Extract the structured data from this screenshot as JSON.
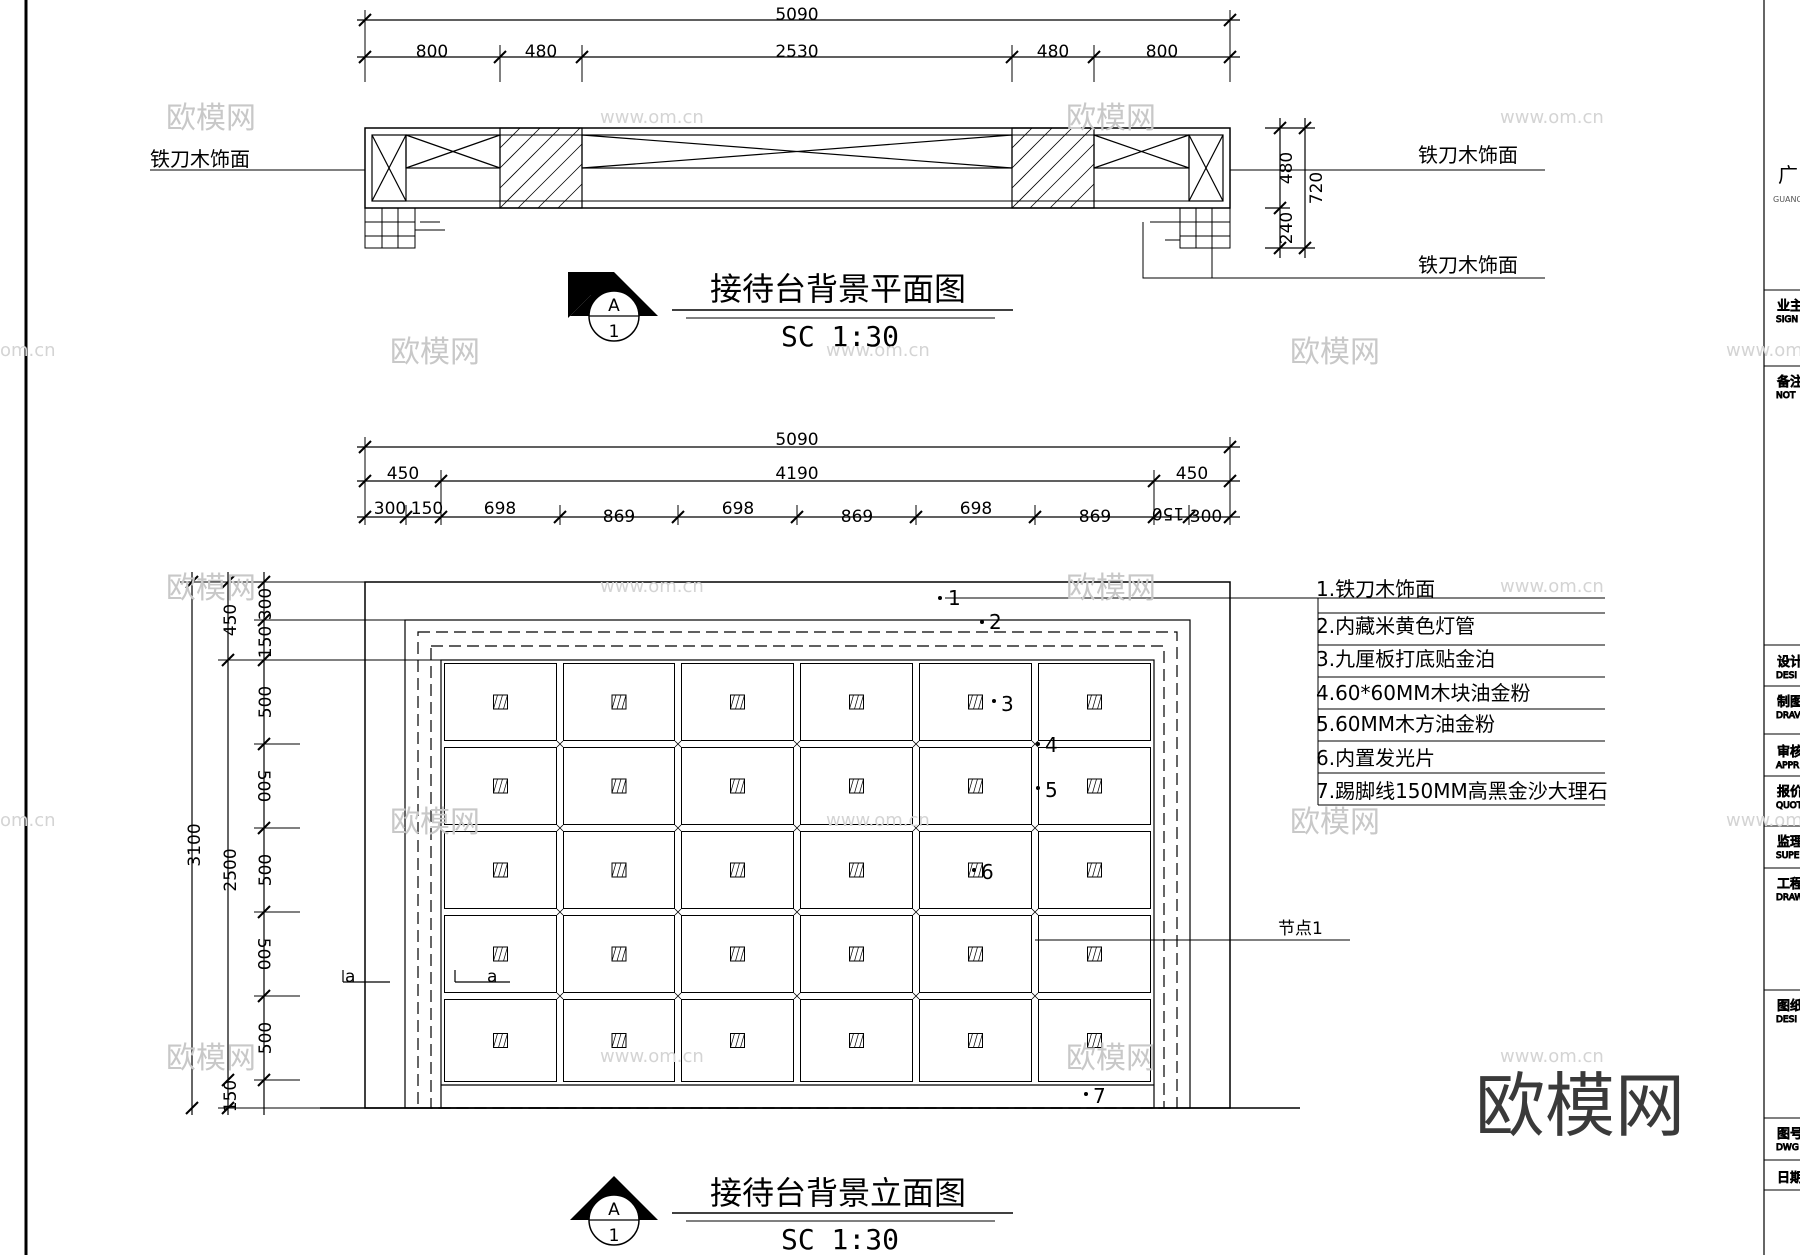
{
  "plan": {
    "dims_total": "5090",
    "dims_segments": [
      "800",
      "480",
      "2530",
      "480",
      "800"
    ],
    "right_dims": [
      "480",
      "720",
      "240"
    ],
    "labels": {
      "left": "铁刀木饰面",
      "right_top": "铁刀木饰面",
      "right_bottom": "铁刀木饰面"
    },
    "title": "接待台背景平面图",
    "scale": "SC  1:30",
    "marker": {
      "letter": "A",
      "num": "1"
    }
  },
  "elevation": {
    "dims_total": "5090",
    "dims_row2": [
      "450",
      "4190",
      "450"
    ],
    "dims_row3": [
      "300",
      "150",
      "698",
      "869",
      "698",
      "869",
      "698",
      "869",
      "150",
      "300"
    ],
    "left_dims_outer": "3100",
    "left_dims_mid": [
      "450",
      "2500",
      "150"
    ],
    "left_dims_inner": [
      "300",
      "150",
      "500",
      "500",
      "500",
      "500",
      "500"
    ],
    "callouts": [
      "1",
      "2",
      "3",
      "4",
      "5",
      "6",
      "7"
    ],
    "section_marks": [
      "a",
      "a"
    ],
    "node_label": "节点1",
    "title": "接待台背景立面图",
    "scale": "SC  1:30",
    "marker": {
      "letter": "A",
      "num": "1"
    }
  },
  "legend": [
    "1.铁刀木饰面",
    "2.内藏米黄色灯管",
    "3.九厘板打底贴金泊",
    "4.60*60MM木块油金粉",
    "5.60MM木方油金粉",
    "6.内置发光片",
    "7.踢脚线150MM高黑金沙大理石"
  ],
  "title_block": {
    "rows": [
      {
        "cn": "业主",
        "en": "SIGN"
      },
      {
        "cn": "备注",
        "en": "NOT"
      },
      {
        "cn": "设计",
        "en": "DESI"
      },
      {
        "cn": "制图",
        "en": "DRAV"
      },
      {
        "cn": "审核",
        "en": "APPR"
      },
      {
        "cn": "报价",
        "en": "QUOT"
      },
      {
        "cn": "监理",
        "en": "SUPE"
      },
      {
        "cn": "工程",
        "en": "DRAWI"
      },
      {
        "cn": "图纸",
        "en": "DESI"
      },
      {
        "cn": "图号",
        "en": "DWG"
      },
      {
        "cn": "日期",
        "en": ""
      }
    ],
    "company_cn": "广",
    "company_en": "GUANG"
  },
  "watermarks": {
    "logo": "欧模网",
    "site": "www.om.cn",
    "partial": "om.cn"
  }
}
